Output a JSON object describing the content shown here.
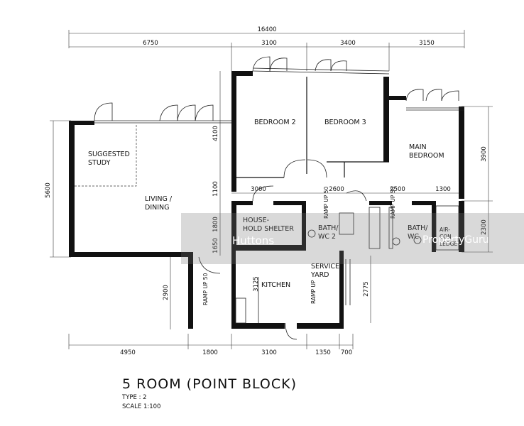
{
  "dimensions": {
    "overall": "16400",
    "top": [
      "6750",
      "3100",
      "3400",
      "3150"
    ],
    "bottom": [
      "4950",
      "1800",
      "3100",
      "1350",
      "700"
    ],
    "left": "5600",
    "right_upper": "3900",
    "right_lower": "2300",
    "inner_vertical": [
      "4100",
      "1100",
      "1800",
      "1650",
      "2900",
      "3125",
      "2775"
    ],
    "inner_horizontal": [
      "3000",
      "2600",
      "2500",
      "1300"
    ]
  },
  "rooms": {
    "bedroom2": "BEDROOM 2",
    "bedroom3": "BEDROOM 3",
    "main_bedroom_1": "MAIN",
    "main_bedroom_2": "BEDROOM",
    "study_1": "SUGGESTED",
    "study_2": "STUDY",
    "living_1": "LIVING /",
    "living_2": "DINING",
    "shelter_1": "HOUSE-",
    "shelter_2": "HOLD SHELTER",
    "bath2_1": "BATH/",
    "bath2_2": "WC 2",
    "bath1_1": "BATH/",
    "bath1_2": "WC",
    "aircon_1": "AIR-",
    "aircon_2": "CON",
    "aircon_3": "LEDGE",
    "kitchen": "KITCHEN",
    "service_1": "SERVICE",
    "service_2": "YARD"
  },
  "ramps": {
    "ramp_up50": "RAMP UP 50",
    "ramp_up": "RAMP UP"
  },
  "watermark": {
    "left": "Huttons",
    "right": "PropertyGuru"
  },
  "title": {
    "main": "5 ROOM (POINT BLOCK)",
    "type": "TYPE : 2",
    "scale": "SCALE  1:100"
  }
}
